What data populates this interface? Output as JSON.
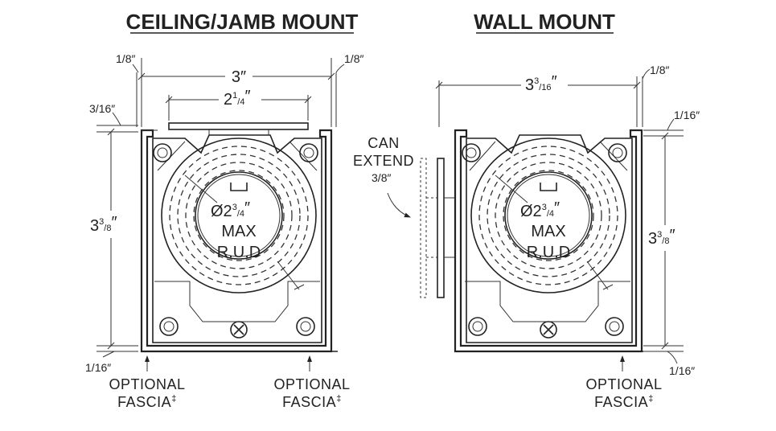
{
  "left": {
    "title": "CEILING/JAMB MOUNT",
    "dim_width_whole": "3",
    "dim_top_left_num": "1",
    "dim_top_left_den": "8",
    "dim_top_right_num": "1",
    "dim_top_right_den": "8",
    "dim_inner_whole": "2",
    "dim_inner_num": "1",
    "dim_inner_den": "4",
    "dim_side_top_num": "3",
    "dim_side_top_den": "16",
    "dim_height_whole": "3",
    "dim_height_num": "3",
    "dim_height_den": "8",
    "dim_bottom_num": "1",
    "dim_bottom_den": "16",
    "rud_dia_whole": "Ø2",
    "rud_dia_num": "3",
    "rud_dia_den": "4",
    "rud_max": "MAX",
    "rud_label": "R.U.D",
    "fascia_left_line1": "OPTIONAL",
    "fascia_left_line2": "FASCIA",
    "fascia_right_line1": "OPTIONAL",
    "fascia_right_line2": "FASCIA",
    "dagger": "‡"
  },
  "middle": {
    "can_line1": "CAN",
    "can_line2": "EXTEND",
    "can_num": "3",
    "can_den": "8"
  },
  "right": {
    "title": "WALL MOUNT",
    "dim_width_whole": "3",
    "dim_width_num": "3",
    "dim_width_den": "16",
    "dim_top_right_num": "1",
    "dim_top_right_den": "8",
    "dim_side_top_num": "1",
    "dim_side_top_den": "16",
    "dim_height_whole": "3",
    "dim_height_num": "3",
    "dim_height_den": "8",
    "dim_bottom_num": "1",
    "dim_bottom_den": "16",
    "rud_dia_whole": "Ø2",
    "rud_dia_num": "3",
    "rud_dia_den": "4",
    "rud_max": "MAX",
    "rud_label": "R.U.D",
    "fascia_line1": "OPTIONAL",
    "fascia_line2": "FASCIA",
    "dagger": "‡"
  }
}
